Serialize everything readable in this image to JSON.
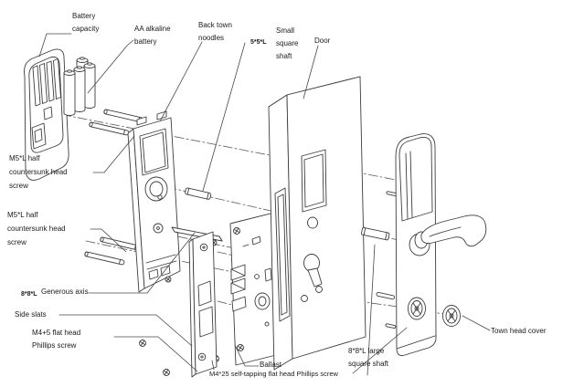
{
  "diagram": {
    "type": "exploded-view",
    "subject": "electronic door lock assembly",
    "line_color": "#3d3d3d",
    "labels": {
      "battery_capacity": "Battery\ncapacity",
      "aa_battery": "AA alkaline\nbattery",
      "back_panel": "Back town\nnoodles",
      "small_square_shaft_size": "5*5*L",
      "small_square_shaft": "Small\nsquare\nshaft",
      "door": "Door",
      "m5_screw_upper": "M5*L half\ncountersunk head\nscrew",
      "m5_screw_lower": "M5*L half\ncountersunk head\nscrew",
      "generous_axis_size": "8*8*L",
      "generous_axis": "Generous axis",
      "side_slats": "Side slats",
      "m4_5_screw": "M4+5 flat head\nPhillips screw",
      "ballast": "Ballast",
      "m4_25_screw": "M4*25 self-tapping flat head Phillips screw",
      "large_square_shaft": "8*8*L large\nsquare shaft",
      "town_head_cover": "Town head cover"
    }
  }
}
